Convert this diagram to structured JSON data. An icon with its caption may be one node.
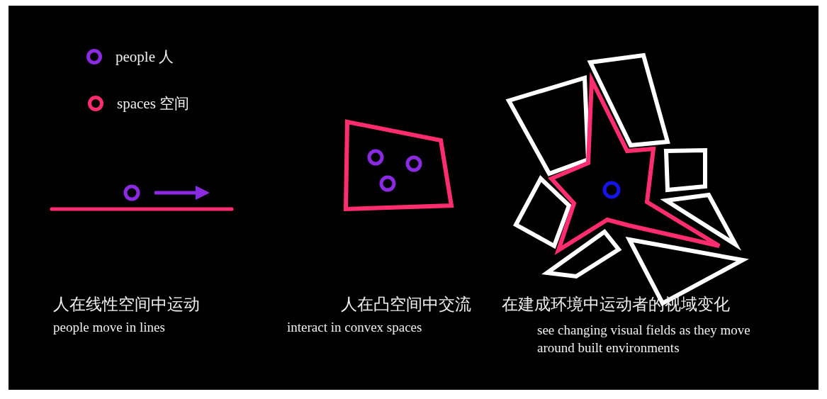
{
  "diagram": {
    "legend": [
      {
        "text": "people 人"
      },
      {
        "text": "spaces 空间"
      }
    ],
    "labels": [
      "人在线性空间中运动",
      "people move in lines",
      "人在凸空间中交流",
      "interact in convex spaces",
      "在建成环境中运动者的视域变化",
      "see changing visual fields as they move around built environments"
    ]
  }
}
